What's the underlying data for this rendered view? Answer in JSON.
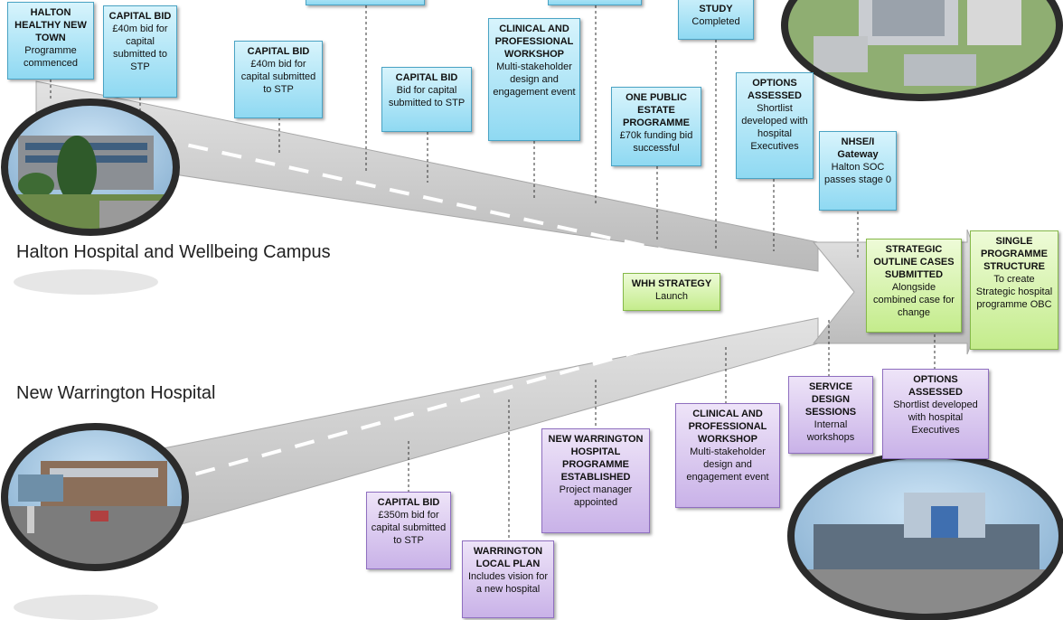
{
  "locations": {
    "halton": "Halton Hospital and Wellbeing Campus",
    "warrington": "New Warrington Hospital"
  },
  "top_milestones": {
    "halton_new_town": {
      "title": "HALTON HEALTHY NEW TOWN",
      "detail": "Programme commenced"
    },
    "capital_bid_1": {
      "title": "CAPITAL BID",
      "detail": "£40m bid for capital submitted to STP"
    },
    "capital_bid_2": {
      "title": "CAPITAL BID",
      "detail": "£40m bid for capital submitted to STP"
    },
    "capital_bid_3": {
      "title": "CAPITAL BID",
      "detail": "Bid for capital submitted to STP"
    },
    "clinical_workshop": {
      "title": "CLINICAL AND PROFESSIONAL WORKSHOP",
      "detail": "Multi-stakeholder design and engagement event"
    },
    "one_public_estate": {
      "title": "ONE PUBLIC ESTATE PROGRAMME",
      "detail": "£70k funding bid successful"
    },
    "viability_study": {
      "title": "VIABILITY STUDY",
      "detail": "Completed"
    },
    "options_assessed": {
      "title": "OPTIONS ASSESSED",
      "detail": "Shortlist developed with hospital Executives"
    },
    "nhsei_gateway": {
      "title": "NHSE/I Gateway",
      "detail": "Halton SOC passes stage 0"
    }
  },
  "center_milestones": {
    "whh_strategy": {
      "title": "WHH STRATEGY",
      "detail": "Launch"
    },
    "soc_submitted": {
      "title": "STRATEGIC OUTLINE CASES SUBMITTED",
      "detail": "Alongside combined case for change"
    },
    "single_programme": {
      "title": "SINGLE PROGRAMME STRUCTURE",
      "detail": "To create Strategic hospital programme OBC"
    }
  },
  "bottom_milestones": {
    "capital_bid_350": {
      "title": "CAPITAL BID",
      "detail": "£350m bid for capital submitted to STP"
    },
    "local_plan": {
      "title": "WARRINGTON LOCAL PLAN",
      "detail": "Includes vision for a new hospital"
    },
    "programme_established": {
      "title": "NEW WARRINGTON HOSPITAL PROGRAMME ESTABLISHED",
      "detail": "Project manager appointed"
    },
    "clinical_workshop": {
      "title": "CLINICAL AND PROFESSIONAL WORKSHOP",
      "detail": "Multi-stakeholder design and engagement event"
    },
    "service_design": {
      "title": "SERVICE DESIGN SESSIONS",
      "detail": "Internal workshops"
    },
    "options_assessed": {
      "title": "OPTIONS ASSESSED",
      "detail": "Shortlist developed with hospital Executives"
    }
  },
  "colors": {
    "road": "#c8c8c8",
    "road_edge": "#a8a8a8",
    "blue": "#8fd9f2",
    "green": "#c4ec8c",
    "purple": "#c9b2e8"
  }
}
